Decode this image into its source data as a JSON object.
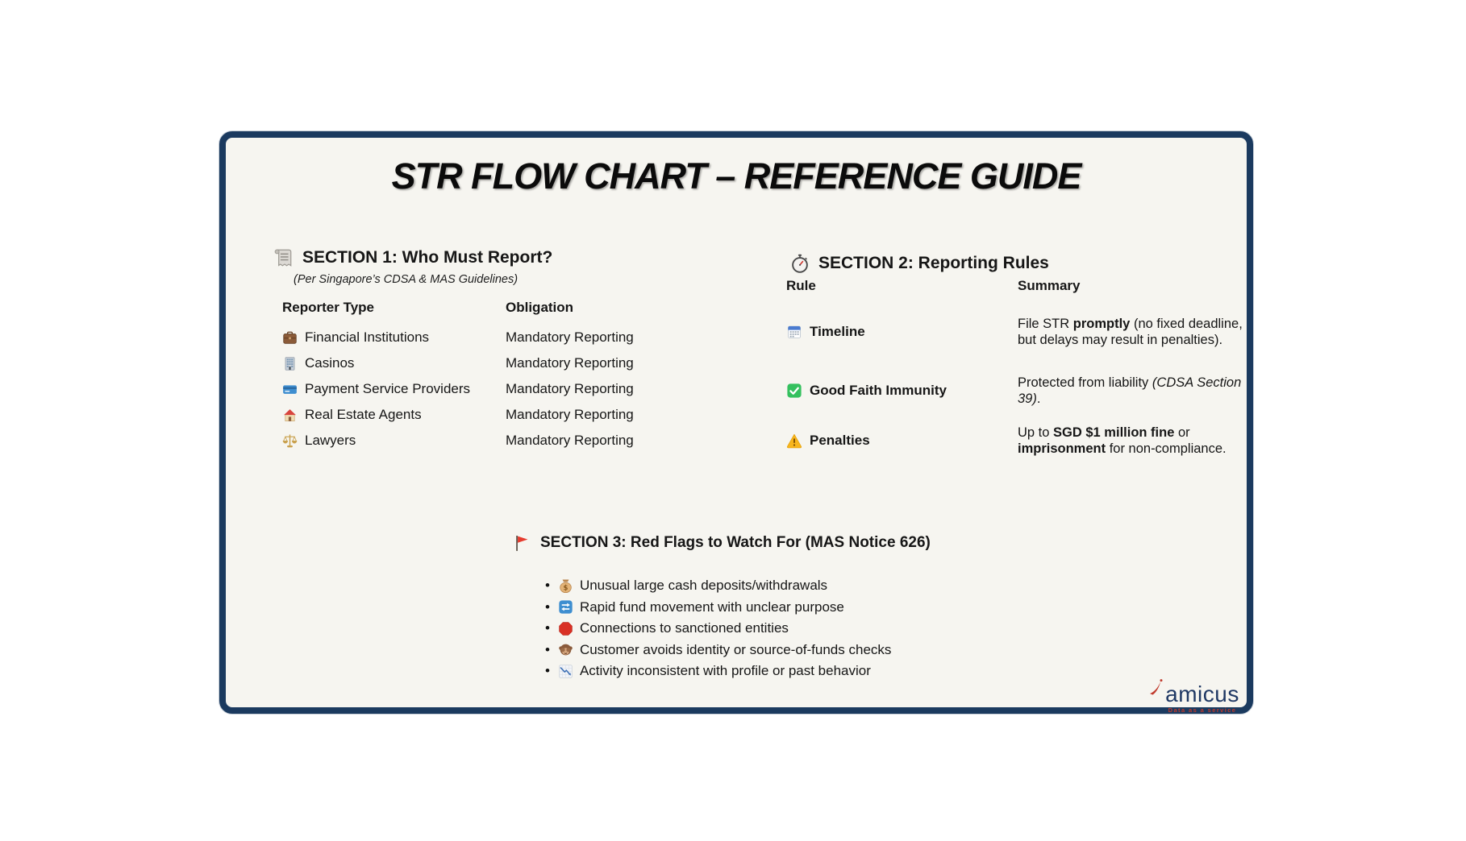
{
  "colors": {
    "card_background": "#f6f5f0",
    "card_border": "#1b3a5f",
    "page_background": "#ffffff",
    "logo_navy": "#1f3864",
    "logo_red": "#c0392b"
  },
  "title": "STR FLOW CHART – REFERENCE GUIDE",
  "section1": {
    "icon": "receipt-icon",
    "heading": "SECTION 1: Who Must Report?",
    "subtitle": "(Per Singapore’s CDSA & MAS Guidelines)",
    "columns": [
      "Reporter Type",
      "Obligation"
    ],
    "rows": [
      {
        "icon": "briefcase-icon",
        "type": "Financial Institutions",
        "obligation": "Mandatory Reporting"
      },
      {
        "icon": "office-building-icon",
        "type": "Casinos",
        "obligation": "Mandatory Reporting"
      },
      {
        "icon": "credit-card-icon",
        "type": "Payment Service Providers",
        "obligation": "Mandatory Reporting"
      },
      {
        "icon": "house-icon",
        "type": "Real Estate Agents",
        "obligation": "Mandatory Reporting"
      },
      {
        "icon": "scales-icon",
        "type": "Lawyers",
        "obligation": "Mandatory Reporting"
      }
    ]
  },
  "section2": {
    "icon": "stopwatch-icon",
    "heading": "SECTION 2: Reporting Rules",
    "columns": [
      "Rule",
      "Summary"
    ],
    "rows": [
      {
        "icon": "calendar-icon",
        "rule": "Timeline",
        "summary": {
          "t1": "File STR ",
          "b1": "promptly",
          "t2": " (no fixed deadline, but delays may result in penalties)."
        }
      },
      {
        "icon": "check-mark-icon",
        "rule": "Good Faith Immunity",
        "summary": {
          "t1": "Protected from liability ",
          "i1": "(CDSA Section 39)",
          "t2": "."
        }
      },
      {
        "icon": "warning-icon",
        "rule": "Penalties",
        "summary": {
          "t1": "Up to ",
          "b1": "SGD $1 million fine",
          "t2": " or ",
          "b2": "imprisonment",
          "t3": " for non-compliance."
        }
      }
    ]
  },
  "section3": {
    "icon": "red-flag-icon",
    "heading": "SECTION 3: Red Flags to Watch For (MAS Notice 626)",
    "bullets": [
      {
        "icon": "money-bag-icon",
        "text": "Unusual large cash deposits/withdrawals"
      },
      {
        "icon": "repeat-arrows-icon",
        "text": "Rapid fund movement with unclear purpose"
      },
      {
        "icon": "stop-sign-icon",
        "text": "Connections to sanctioned entities"
      },
      {
        "icon": "see-no-evil-monkey-icon",
        "text": "Customer avoids identity or source-of-funds checks"
      },
      {
        "icon": "chart-decreasing-icon",
        "text": "Activity inconsistent with profile or past behavior"
      }
    ]
  },
  "logo": {
    "wordmark": "amicus",
    "tagline": "Data as a service"
  }
}
